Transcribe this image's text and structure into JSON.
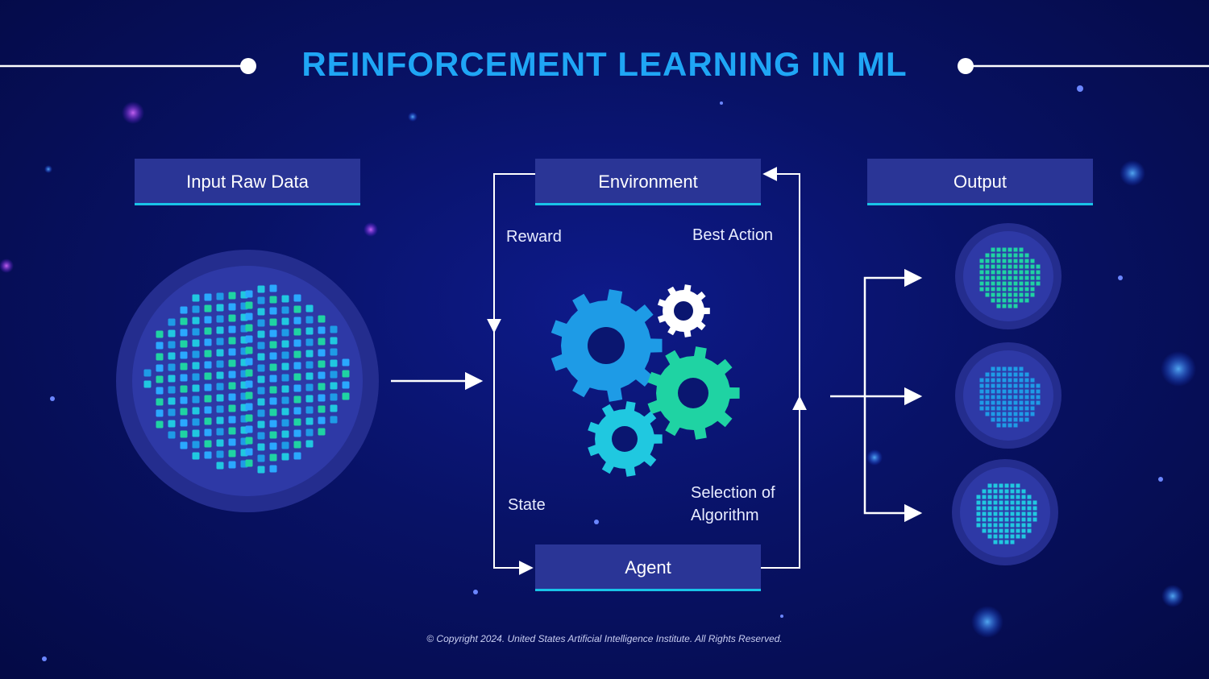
{
  "title": "REINFORCEMENT LEARNING IN ML",
  "sections": {
    "input": "Input Raw Data",
    "environment": "Environment",
    "output": "Output",
    "agent": "Agent"
  },
  "loop_labels": {
    "reward": "Reward",
    "best_action": "Best Action",
    "state": "State",
    "selection_line1": "Selection of",
    "selection_line2": "Algorithm"
  },
  "copyright": "© Copyright 2024. United States Artificial Intelligence Institute. All Rights Reserved.",
  "colors": {
    "background": "#081266",
    "title": "#1fa6f5",
    "box": "#2a3596",
    "accent_line": "#19c3e8",
    "gear_blue": "#1e9be6",
    "gear_green": "#1fd3a3",
    "gear_cyan": "#20c8e0",
    "gear_white": "#ffffff"
  },
  "icons": [
    "data-cluster-icon",
    "gear-icon",
    "output-grid-icon",
    "arrow-icon"
  ]
}
